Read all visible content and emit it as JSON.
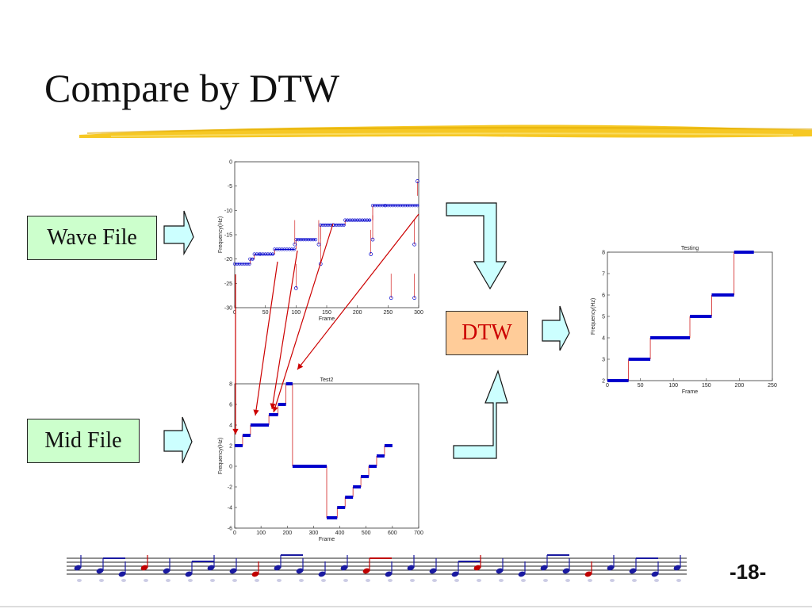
{
  "slide": {
    "title": "Compare by DTW",
    "page_number": "-18-"
  },
  "labels": {
    "wave_file": "Wave File",
    "mid_file": "Mid File",
    "dtw": "DTW"
  },
  "colors": {
    "brush": "#f5c518",
    "label_fill": "#ccffcc",
    "dtw_fill": "#ffcc99",
    "dtw_text": "#cc0000",
    "arrow_fill": "#ccffff",
    "series": "#0000cc",
    "link": "#cc0000"
  },
  "icons": [
    "block-arrow-right-icon",
    "bent-arrow-down-icon",
    "bent-arrow-up-icon",
    "music-notes-icon"
  ],
  "chart_data": [
    {
      "type": "scatter",
      "title": "",
      "xlabel": "Frame",
      "ylabel": "Frequency(Hz)",
      "xlim": [
        0,
        300
      ],
      "ylim": [
        -30,
        0
      ],
      "xticks": [
        0,
        50,
        100,
        150,
        200,
        250,
        300
      ],
      "yticks": [
        0,
        -5,
        -10,
        -15,
        -20,
        -25,
        -30
      ],
      "series": [
        {
          "segments": [
            [
              0,
              25,
              -21
            ],
            [
              25,
              32,
              -20
            ],
            [
              32,
              42,
              -19
            ],
            [
              42,
              65,
              -19
            ],
            [
              65,
              98,
              -18
            ],
            [
              100,
              132,
              -16
            ],
            [
              140,
              160,
              -13
            ],
            [
              162,
              180,
              -13
            ],
            [
              180,
              222,
              -12
            ],
            [
              225,
              246,
              -9
            ],
            [
              246,
              300,
              -9
            ]
          ],
          "outliers": [
            [
              100,
              -26
            ],
            [
              98,
              -17
            ],
            [
              140,
              -21
            ],
            [
              137,
              -17
            ],
            [
              222,
              -19
            ],
            [
              225,
              -16
            ],
            [
              255,
              -28
            ],
            [
              293,
              -28
            ],
            [
              293,
              -17
            ],
            [
              298,
              -4
            ]
          ]
        }
      ]
    },
    {
      "type": "line",
      "title": "Test2",
      "xlabel": "Frame",
      "ylabel": "Frequency(Hz)",
      "xlim": [
        0,
        700
      ],
      "ylim": [
        -6,
        8
      ],
      "xticks": [
        0,
        100,
        200,
        300,
        400,
        500,
        600,
        700
      ],
      "yticks": [
        8,
        6,
        4,
        2,
        0,
        -2,
        -4,
        -6
      ],
      "series": [
        {
          "segments": [
            [
              0,
              30,
              2
            ],
            [
              30,
              60,
              3
            ],
            [
              60,
              130,
              4
            ],
            [
              130,
              165,
              5
            ],
            [
              165,
              195,
              6
            ],
            [
              195,
              220,
              8
            ],
            [
              220,
              350,
              0
            ],
            [
              350,
              390,
              -5
            ],
            [
              390,
              420,
              -4
            ],
            [
              420,
              450,
              -3
            ],
            [
              450,
              480,
              -2
            ],
            [
              480,
              510,
              -1
            ],
            [
              510,
              540,
              0
            ],
            [
              540,
              570,
              1
            ],
            [
              570,
              600,
              2
            ]
          ]
        }
      ]
    },
    {
      "type": "line",
      "title": "Testing",
      "xlabel": "Frame",
      "ylabel": "Frequency(Hz)",
      "xlim": [
        0,
        250
      ],
      "ylim": [
        2,
        8
      ],
      "xticks": [
        0,
        50,
        100,
        150,
        200,
        250
      ],
      "yticks": [
        8,
        7,
        6,
        5,
        4,
        3,
        2
      ],
      "series": [
        {
          "segments": [
            [
              0,
              32,
              2
            ],
            [
              32,
              65,
              3
            ],
            [
              65,
              125,
              4
            ],
            [
              125,
              158,
              5
            ],
            [
              158,
              192,
              6
            ],
            [
              192,
              222,
              8
            ]
          ]
        }
      ]
    }
  ]
}
